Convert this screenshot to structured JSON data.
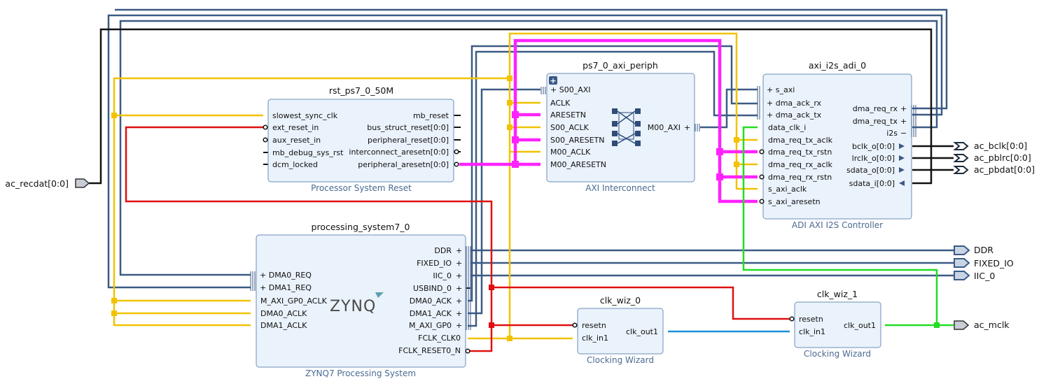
{
  "colors": {
    "axi": "#3b5a85",
    "clock": "#f2c200",
    "reset": "#e8e800",
    "aresetn": "#ff22ff",
    "ext_reset": "#e01010",
    "mclk": "#22dd22",
    "clk_link": "#1e90dd",
    "black": "#111111",
    "block_fill": "#eaf2fb",
    "block_stroke": "#6b8fb8"
  },
  "external_ports": {
    "ac_recdat": "ac_recdat[0:0]",
    "ac_bclk": "ac_bclk[0:0]",
    "ac_pblrc": "ac_pblrc[0:0]",
    "ac_pbdat": "ac_pbdat[0:0]",
    "ddr": "DDR",
    "fixed_io": "FIXED_IO",
    "iic_0": "IIC_0",
    "ac_mclk": "ac_mclk"
  },
  "blocks": {
    "rst": {
      "title": "rst_ps7_0_50M",
      "subtitle": "Processor System Reset",
      "left_ports": [
        "slowest_sync_clk",
        "ext_reset_in",
        "aux_reset_in",
        "mb_debug_sys_rst",
        "dcm_locked"
      ],
      "right_ports": [
        "mb_reset",
        "bus_struct_reset[0:0]",
        "peripheral_reset[0:0]",
        "interconnect_aresetn[0:0]",
        "peripheral_aresetn[0:0]"
      ]
    },
    "interconnect": {
      "title": "ps7_0_axi_periph",
      "subtitle": "AXI Interconnect",
      "left_ports": [
        "S00_AXI",
        "ACLK",
        "ARESETN",
        "S00_ACLK",
        "S00_ARESETN",
        "M00_ACLK",
        "M00_ARESETN"
      ],
      "right_ports": [
        "M00_AXI"
      ]
    },
    "i2s": {
      "title": "axi_i2s_adi_0",
      "subtitle": "ADI AXI I2S Controller",
      "left_ports": [
        "s_axi",
        "dma_ack_rx",
        "dma_ack_tx",
        "data_clk_i",
        "dma_req_tx_aclk",
        "dma_req_tx_rstn",
        "dma_req_rx_aclk",
        "dma_req_rx_rstn",
        "s_axi_aclk",
        "s_axi_aresetn"
      ],
      "right_ports": [
        "dma_req_rx",
        "dma_req_tx",
        "i2s",
        "bclk_o[0:0]",
        "lrclk_o[0:0]",
        "sdata_o[0:0]",
        "sdata_i[0:0]"
      ]
    },
    "ps7": {
      "title": "processing_system7_0",
      "subtitle": "ZYNQ7 Processing System",
      "logo": "ZYNQ",
      "left_ports": [
        "DMA0_REQ",
        "DMA1_REQ",
        "M_AXI_GP0_ACLK",
        "DMA0_ACLK",
        "DMA1_ACLK"
      ],
      "right_ports": [
        "DDR",
        "FIXED_IO",
        "IIC_0",
        "USBIND_0",
        "DMA0_ACK",
        "DMA1_ACK",
        "M_AXI_GP0",
        "FCLK_CLK0",
        "FCLK_RESET0_N"
      ]
    },
    "clkwiz0": {
      "title": "clk_wiz_0",
      "subtitle": "Clocking Wizard",
      "left_ports": [
        "resetn",
        "clk_in1"
      ],
      "right_ports": [
        "clk_out1"
      ]
    },
    "clkwiz1": {
      "title": "clk_wiz_1",
      "subtitle": "Clocking Wizard",
      "left_ports": [
        "resetn",
        "clk_in1"
      ],
      "right_ports": [
        "clk_out1"
      ]
    }
  }
}
